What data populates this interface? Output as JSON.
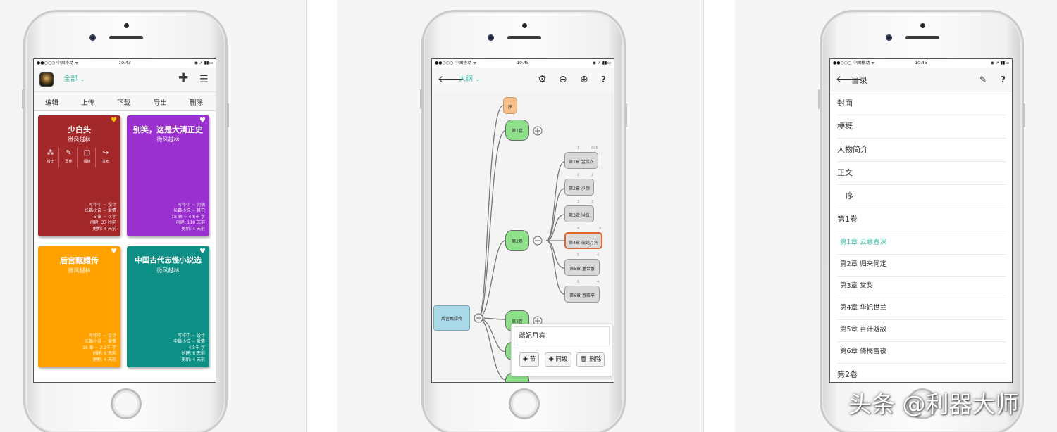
{
  "status": {
    "carrier": "●●○○○ 中国移动 ᯤ",
    "right": "◉ ➚ ▮▮▭",
    "time1": "10:43",
    "time2": "10:45",
    "time3": "10:45"
  },
  "screen1": {
    "filter_label": "全部",
    "toolbar": [
      "编辑",
      "上传",
      "下载",
      "导出",
      "删除"
    ],
    "books": [
      {
        "title": "少白头",
        "author": "微风越林",
        "color": "#a3282a",
        "favorite": true,
        "actions": [
          {
            "icon": "⁂",
            "label": "设计"
          },
          {
            "icon": "✎",
            "label": "写作"
          },
          {
            "icon": "◫",
            "label": "阅读"
          },
          {
            "icon": "↪",
            "label": "发布"
          }
        ],
        "meta": [
          "写作中 ~ 设计",
          "长篇小说 ~ 爱情",
          "5 章 ~ 0 字",
          "创建: 37 秒前",
          "更新: 4 天前"
        ]
      },
      {
        "title": "别笑，这是大清正史",
        "author": "微风越林",
        "color": "#9b30d0",
        "favorite": false,
        "meta": [
          "写作中 ~ 完稿",
          "长篇小说 ~ 其它",
          "18 章 ~ 4.6千 字",
          "创建: 118 天前",
          "更新: 4 天前"
        ]
      },
      {
        "title": "后宫甄嬛传",
        "author": "微风越林",
        "color": "#ffa200",
        "favorite": false,
        "meta": [
          "写作中 ~ 设计",
          "长篇小说 ~ 爱情",
          "16 章 ~ 2.2千 字",
          "创建: 6 天前",
          "更新: 4 天前"
        ]
      },
      {
        "title": "中国古代志怪小说选",
        "author": "微风越林",
        "color": "#0e8f85",
        "favorite": false,
        "meta": [
          "写作中 ~ 设计",
          "中篇小说 ~ 爱情",
          "4.5千 字",
          "创建: 6 天前",
          "更新: 4 天前"
        ]
      }
    ]
  },
  "screen2": {
    "title": "大纲",
    "root": "后宫甄嬛传",
    "nodes": {
      "xu": "序",
      "v1": "第1卷",
      "v2": "第2卷",
      "v3": "第3卷",
      "c1": "第1章 金缕衣",
      "c2": "第2章 夕颜",
      "c3": "第3章 溢位",
      "c4": "第4章 端妃月宾",
      "c5": "第5章 堇合香",
      "c6": "第6章 意难平"
    },
    "counts": {
      "c1a": "1",
      "c1b": "805",
      "c2a": "2",
      "c2b": "2",
      "c3a": "3",
      "c3b": "3",
      "c4a": "4",
      "c4b": "4",
      "c5a": "5",
      "c5b": "4",
      "c6a": "6",
      "c6b": "4"
    },
    "popup": {
      "title": "端妃月宾",
      "btn_section": "✚ 节",
      "btn_sibling": "✚ 同级",
      "btn_delete": "🗑 删除"
    }
  },
  "screen3": {
    "title": "目录",
    "items": [
      {
        "label": "封面",
        "type": "top"
      },
      {
        "label": "梗概",
        "type": "top"
      },
      {
        "label": "人物简介",
        "type": "top"
      },
      {
        "label": "正文",
        "type": "top"
      },
      {
        "label": "序",
        "type": "sub"
      },
      {
        "label": "第1卷",
        "type": "top"
      },
      {
        "label": "第1章 云意春深",
        "type": "chap",
        "active": true
      },
      {
        "label": "第2章 归来何定",
        "type": "chap"
      },
      {
        "label": "第3章 棠梨",
        "type": "chap"
      },
      {
        "label": "第4章 华妃世兰",
        "type": "chap"
      },
      {
        "label": "第5章 百计避敌",
        "type": "chap"
      },
      {
        "label": "第6章 倚梅雪夜",
        "type": "chap"
      },
      {
        "label": "第2卷",
        "type": "top"
      }
    ]
  },
  "watermark": "头条 @利器大师",
  "colors": {
    "accent": "#3cb9a0",
    "selected_border": "#e0662a"
  }
}
